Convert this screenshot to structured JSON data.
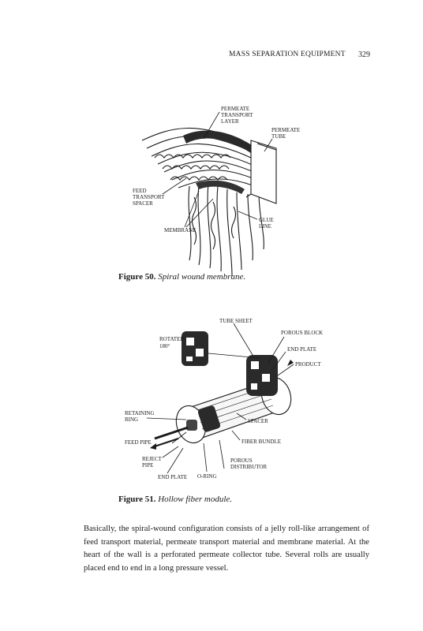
{
  "header": {
    "running_title": "MASS SEPARATION EQUIPMENT",
    "page_number": "329"
  },
  "figure50": {
    "number": "Figure 50.",
    "caption": "Spiral wound membrane.",
    "labels": {
      "permeate_transport_1": "PERMEATE",
      "permeate_transport_2": "TRANSPORT",
      "permeate_transport_3": "LAYER",
      "permeate_tube_1": "PERMEATE",
      "permeate_tube_2": "TUBE",
      "feed_spacer_1": "FEED",
      "feed_spacer_2": "TRANSPORT",
      "feed_spacer_3": "SPACER",
      "glue_1": "GLUE",
      "glue_2": "LINE",
      "membrane": "MEMBRANE"
    }
  },
  "figure51": {
    "number": "Figure 51.",
    "caption": "Hollow fiber module.",
    "labels": {
      "tube_sheet": "TUBE SHEET",
      "rotated_1": "ROTATED",
      "rotated_2": "180°",
      "porous_block": "POROUS BLOCK",
      "end_plate_right": "END PLATE",
      "product": "PRODUCT",
      "retaining_1": "RETAINING",
      "retaining_2": "RING",
      "spacer": "SPACER",
      "feed_pipe": "FEED PIPE",
      "fiber_bundle": "FIBER BUNDLE",
      "reject_1": "REJECT",
      "reject_2": "PIPE",
      "porous_dist_1": "POROUS",
      "porous_dist_2": "DISTRIBUTOR",
      "end_plate_bottom": "END PLATE",
      "o_ring": "O-RING"
    }
  },
  "body_text": "Basically, the spiral-wound configuration consists of a jelly roll-like arrangement of feed transport material, permeate transport material and membrane material. At the heart of the wall is a perforated permeate collector tube. Several rolls are usually placed end to end in a long pressure vessel."
}
